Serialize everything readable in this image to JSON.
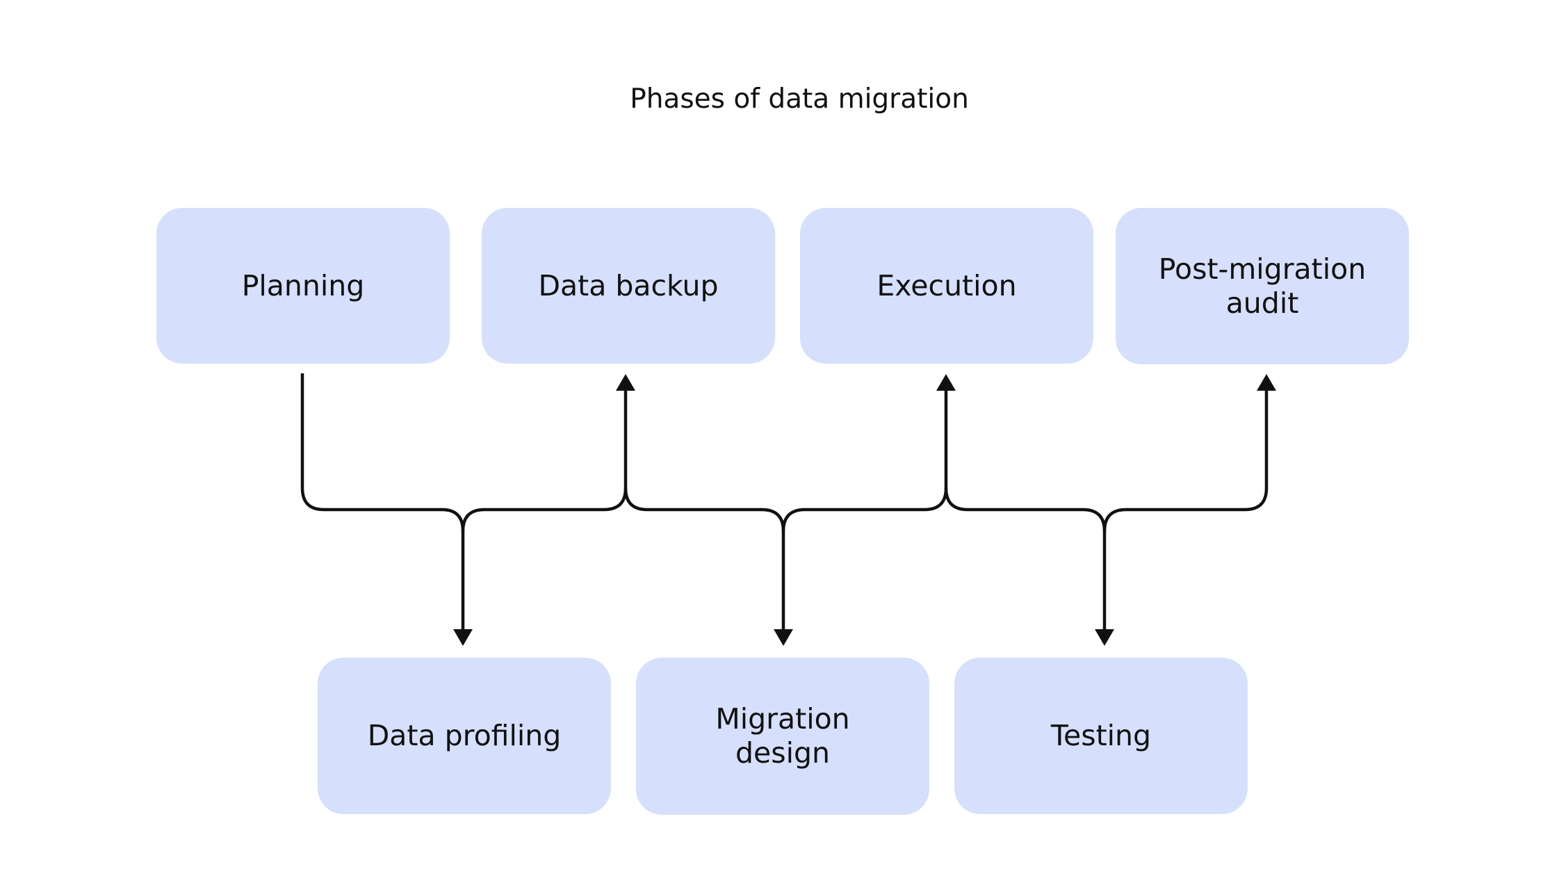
{
  "title": "Phases of data migration",
  "colors": {
    "box_fill": "#d6e0fc",
    "text": "#111111",
    "connector": "#111111",
    "background": "#ffffff"
  },
  "top_nodes": [
    {
      "label": "Planning"
    },
    {
      "label": "Data backup"
    },
    {
      "label": "Execution"
    },
    {
      "label": "Post-migration audit"
    }
  ],
  "bottom_nodes": [
    {
      "label": "Data profiling"
    },
    {
      "label": "Migration design"
    },
    {
      "label": "Testing"
    }
  ],
  "flow": [
    {
      "from": "Planning",
      "to": "Data profiling"
    },
    {
      "from": "Data profiling",
      "to": "Data backup"
    },
    {
      "from": "Data backup",
      "to": "Migration design"
    },
    {
      "from": "Migration design",
      "to": "Execution"
    },
    {
      "from": "Execution",
      "to": "Testing"
    },
    {
      "from": "Testing",
      "to": "Post-migration audit"
    }
  ]
}
